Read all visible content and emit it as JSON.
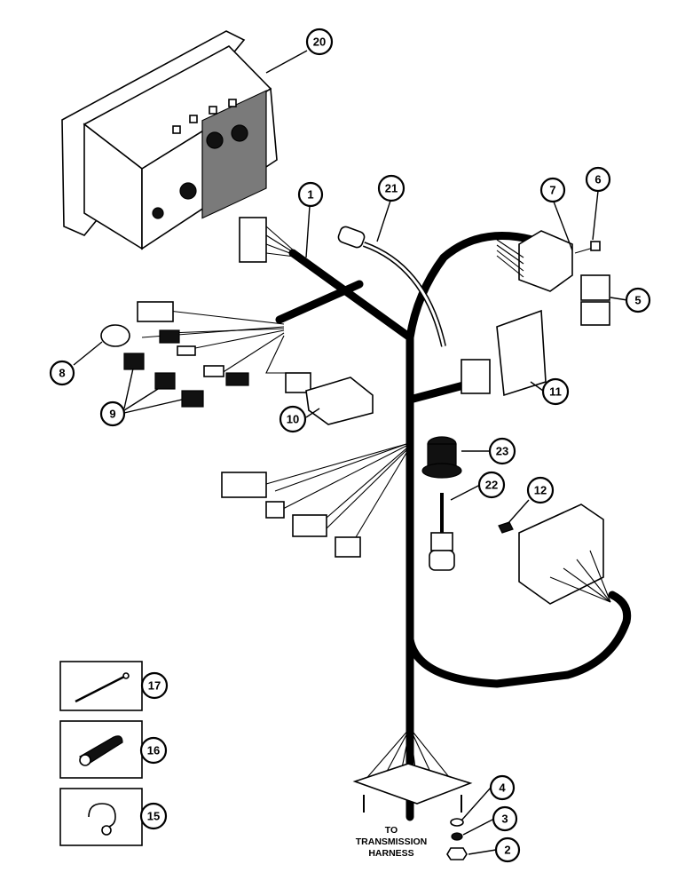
{
  "callouts": [
    {
      "id": "c1",
      "label": "1"
    },
    {
      "id": "c2",
      "label": "2"
    },
    {
      "id": "c3",
      "label": "3"
    },
    {
      "id": "c4",
      "label": "4"
    },
    {
      "id": "c5",
      "label": "5"
    },
    {
      "id": "c6",
      "label": "6"
    },
    {
      "id": "c7",
      "label": "7"
    },
    {
      "id": "c8",
      "label": "8"
    },
    {
      "id": "c9",
      "label": "9"
    },
    {
      "id": "c10",
      "label": "10"
    },
    {
      "id": "c11",
      "label": "11"
    },
    {
      "id": "c12",
      "label": "12"
    },
    {
      "id": "c15",
      "label": "15"
    },
    {
      "id": "c16",
      "label": "16"
    },
    {
      "id": "c17",
      "label": "17"
    },
    {
      "id": "c20",
      "label": "20"
    },
    {
      "id": "c21",
      "label": "21"
    },
    {
      "id": "c22",
      "label": "22"
    },
    {
      "id": "c23",
      "label": "23"
    }
  ],
  "note": {
    "line1": "TO",
    "line2": "TRANSMISSION",
    "line3": "HARNESS"
  }
}
